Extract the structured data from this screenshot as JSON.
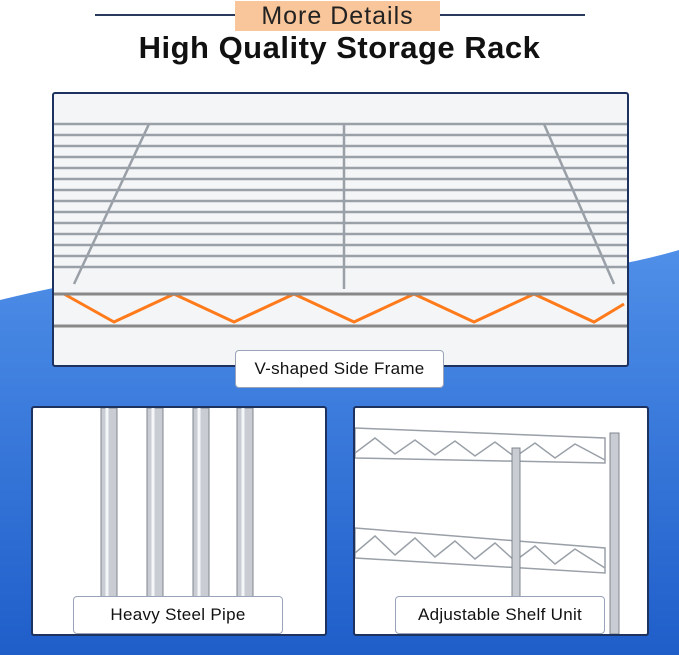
{
  "header": {
    "subtitle": "More Details",
    "title": "High Quality Storage Rack"
  },
  "panels": [
    {
      "label": "V-shaped Side Frame"
    },
    {
      "label": "Heavy Steel Pipe"
    },
    {
      "label": "Adjustable Shelf Unit"
    }
  ],
  "colors": {
    "accent_blue": "#2f6fd6",
    "border_navy": "#1e3260",
    "highlight_orange": "#f8c69a",
    "frame_orange": "#ff7a1a"
  }
}
